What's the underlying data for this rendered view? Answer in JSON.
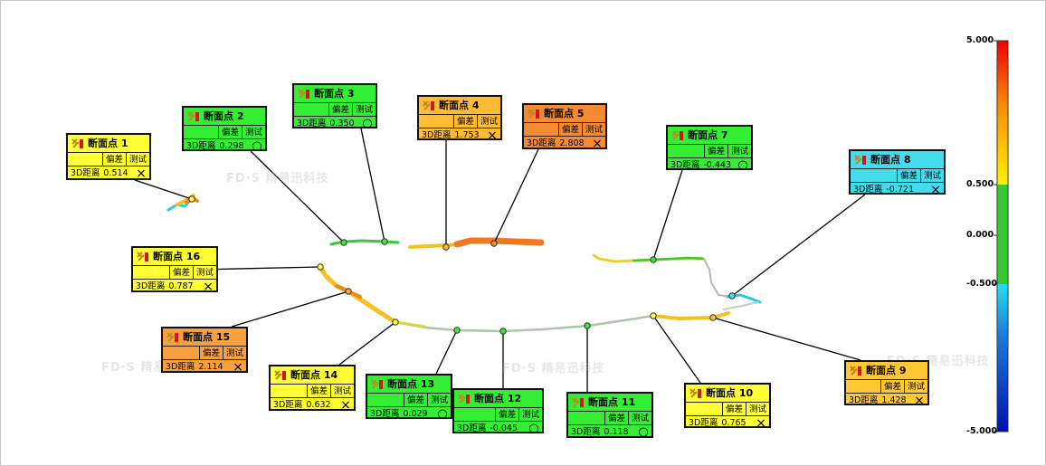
{
  "watermark_text": "FD·S 精易迅科技",
  "color_scale": {
    "labels": [
      "5.000",
      "0.500",
      "0.000",
      "-0.500",
      "-5.000"
    ],
    "stops": [
      {
        "value": 5.0,
        "color": "#f00000"
      },
      {
        "value": 3.0,
        "color": "#ff8a00"
      },
      {
        "value": 0.5,
        "color": "#fff200"
      },
      {
        "value": 0.5,
        "color": "#33cc33"
      },
      {
        "value": -0.5,
        "color": "#33cc33"
      },
      {
        "value": -0.5,
        "color": "#22e0f0"
      },
      {
        "value": -2.0,
        "color": "#1a7fe0"
      },
      {
        "value": -5.0,
        "color": "#0010b0"
      }
    ]
  },
  "header_labels": {
    "deviation": "偏差",
    "test": "测试"
  },
  "points": [
    {
      "id": 1,
      "name": "断面点 1",
      "label": "3D距离",
      "value": "0.514",
      "result": "×",
      "color": "#ffff33"
    },
    {
      "id": 2,
      "name": "断面点 2",
      "label": "3D距离",
      "value": "0.298",
      "result": "○",
      "color": "#33ee33"
    },
    {
      "id": 3,
      "name": "断面点 3",
      "label": "3D距离",
      "value": "0.350",
      "result": "○",
      "color": "#33ee33"
    },
    {
      "id": 4,
      "name": "断面点 4",
      "label": "3D距离",
      "value": "1.753",
      "result": "×",
      "color": "#ffbb33"
    },
    {
      "id": 5,
      "name": "断面点 5",
      "label": "3D距离",
      "value": "2.808",
      "result": "×",
      "color": "#f58a30"
    },
    {
      "id": 7,
      "name": "断面点 7",
      "label": "3D距离",
      "value": "-0.443",
      "result": "○",
      "color": "#33ee33"
    },
    {
      "id": 8,
      "name": "断面点 8",
      "label": "3D距离",
      "value": "-0.721",
      "result": "×",
      "color": "#44dcec"
    },
    {
      "id": 9,
      "name": "断面点 9",
      "label": "3D距离",
      "value": "1.428",
      "result": "×",
      "color": "#ffc833"
    },
    {
      "id": 10,
      "name": "断面点 10",
      "label": "3D距离",
      "value": "0.765",
      "result": "×",
      "color": "#ffff33"
    },
    {
      "id": 11,
      "name": "断面点 11",
      "label": "3D距离",
      "value": "0.118",
      "result": "○",
      "color": "#33ee33"
    },
    {
      "id": 12,
      "name": "断面点 12",
      "label": "3D距离",
      "value": "-0.045",
      "result": "○",
      "color": "#33ee33"
    },
    {
      "id": 13,
      "name": "断面点 13",
      "label": "3D距离",
      "value": "0.029",
      "result": "○",
      "color": "#33ee33"
    },
    {
      "id": 14,
      "name": "断面点 14",
      "label": "3D距离",
      "value": "0.632",
      "result": "×",
      "color": "#ffff33"
    },
    {
      "id": 15,
      "name": "断面点 15",
      "label": "3D距离",
      "value": "2.114",
      "result": "×",
      "color": "#f7a040"
    },
    {
      "id": 16,
      "name": "断面点 16",
      "label": "3D距离",
      "value": "0.787",
      "result": "×",
      "color": "#ffff33"
    }
  ]
}
